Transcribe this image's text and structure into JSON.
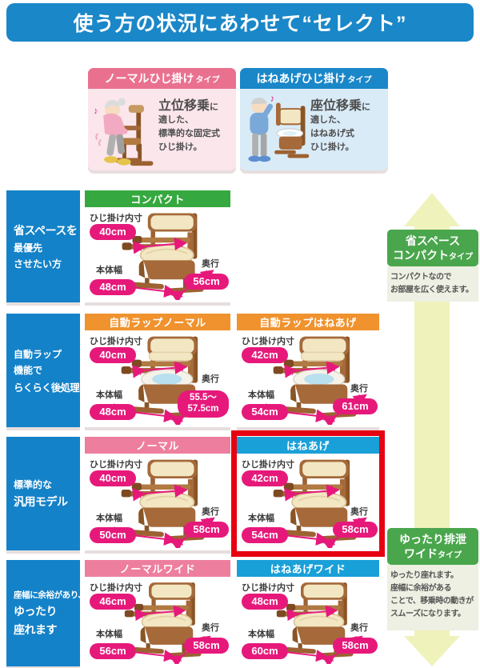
{
  "header": {
    "title": "使う方の状況にあわせて“セレクト”",
    "bg_color": "#1a87c8"
  },
  "icons": {
    "music_note": "♪"
  },
  "dim_labels": {
    "armrest": "ひじ掛け内寸",
    "width": "本体幅",
    "depth": "奥行"
  },
  "type_boxes": {
    "normal": {
      "title": "ノーマルひじ掛け",
      "title_suffix": "タイプ",
      "emphasis": "立位移乗",
      "particle": "に",
      "line1": "適した、",
      "line2": "標準的な固定式",
      "line3": "ひじ掛け。",
      "theme_color": "#e9718f"
    },
    "flipup": {
      "title": "はねあげひじ掛け",
      "title_suffix": "タイプ",
      "emphasis": "座位移乗",
      "particle": "に",
      "line1": "適した、",
      "line2": "はねあげ式",
      "line3": "ひじ掛け。",
      "theme_color": "#1a87c8"
    }
  },
  "rows": [
    {
      "label_line1": "省スペースを",
      "label_line2": "最優先",
      "label_line3": "させたい方",
      "cards": [
        {
          "title": "コンパクト",
          "theme_color": "#35a93f",
          "armrest_value": "40cm",
          "width_value": "48cm",
          "depth_value": "56cm",
          "chair_symbol": "#g-chair-closed"
        }
      ]
    },
    {
      "label_line1": "自動ラップ",
      "label_line2": "機能で",
      "label_line3": "らくらく後処理",
      "cards": [
        {
          "title": "自動ラップノーマル",
          "theme_color": "#f0922d",
          "armrest_value": "40cm",
          "width_value": "48cm",
          "depth_value_line1": "55.5～",
          "depth_value_line2": "57.5cm",
          "chair_symbol": "#g-chair-open"
        },
        {
          "title": "自動ラップはねあげ",
          "theme_color": "#f0922d",
          "armrest_value": "42cm",
          "width_value": "54cm",
          "depth_value": "61cm",
          "chair_symbol": "#g-chair-open"
        }
      ]
    },
    {
      "label_line1": "標準的な",
      "label_line2": "汎用モデル",
      "cards": [
        {
          "title": "ノーマル",
          "theme_color": "#ed7e9e",
          "armrest_value": "40cm",
          "width_value": "50cm",
          "depth_value": "58cm",
          "chair_symbol": "#g-chair-closed"
        },
        {
          "title": "はねあげ",
          "theme_color": "#1aa0d8",
          "armrest_value": "42cm",
          "width_value": "54cm",
          "depth_value": "58cm",
          "chair_symbol": "#g-chair-closed",
          "highlighted": true,
          "highlight_color": "#e60012"
        }
      ]
    },
    {
      "label_line1": "座幅に余裕があり、",
      "label_line2": "ゆったり",
      "label_line3": "座れます",
      "cards": [
        {
          "title": "ノーマルワイド",
          "theme_color": "#ed7e9e",
          "armrest_value": "46cm",
          "width_value": "56cm",
          "depth_value": "58cm",
          "chair_symbol": "#g-chair-closed"
        },
        {
          "title": "はねあげワイド",
          "theme_color": "#1aa0d8",
          "armrest_value": "48cm",
          "width_value": "60cm",
          "depth_value": "58cm",
          "chair_symbol": "#g-chair-closed"
        }
      ]
    }
  ],
  "sidebar": {
    "arrow_color": "#f0f2bc",
    "top": {
      "title_line1": "省スペース",
      "title_line2": "コンパクト",
      "title_suffix": "タイプ",
      "desc_line1": "コンパクトなので",
      "desc_line2": "お部屋を広く使えます。",
      "box_color": "#4aa64c"
    },
    "bottom": {
      "title_line1": "ゆったり排泄",
      "title_line2": "ワイド",
      "title_suffix": "タイプ",
      "desc_line1": "ゆったり座れます。",
      "desc_line2": "座幅に余裕がある",
      "desc_line3": "ことで、移乗時の動きが",
      "desc_line4": "スムーズになります。",
      "box_color": "#4aa64c"
    }
  },
  "badge_color": "#e6197b"
}
